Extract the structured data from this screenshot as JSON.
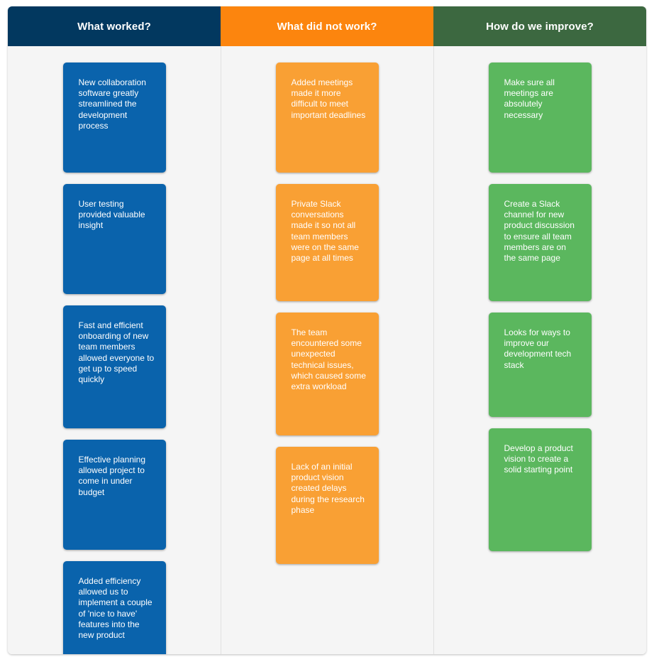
{
  "board": {
    "background_color": "#f5f5f5",
    "columns": [
      {
        "id": "what-worked",
        "title": "What worked?",
        "header_color": "#02385f",
        "card_color": "#0a63ac",
        "cards": [
          {
            "text": "New collaboration software greatly streamlined the development process"
          },
          {
            "text": "User testing provided valuable insight"
          },
          {
            "text": "Fast and efficient onboarding of new team members allowed everyone to get up to speed quickly"
          },
          {
            "text": "Effective planning allowed project to come in under budget"
          },
          {
            "text": "Added efficiency allowed us to implement a couple of 'nice to have' features into the new product"
          }
        ]
      },
      {
        "id": "what-did-not-work",
        "title": "What did not work?",
        "header_color": "#fc850e",
        "card_color": "#f9a034",
        "cards": [
          {
            "text": "Added meetings made it more difficult to meet important deadlines"
          },
          {
            "text": "Private Slack conversations made it so not all team members were on the same page at all times"
          },
          {
            "text": "The team encountered some unexpected technical issues, which caused some extra workload"
          },
          {
            "text": "Lack of an initial product vision created delays during the research phase"
          }
        ]
      },
      {
        "id": "how-do-we-improve",
        "title": "How do we improve?",
        "header_color": "#3c6840",
        "card_color": "#5bb75e",
        "cards": [
          {
            "text": "Make sure all meetings are absolutely necessary"
          },
          {
            "text": "Create a Slack channel for new product discussion to ensure all team members are on the same page"
          },
          {
            "text": "Looks for ways to improve our development tech stack"
          },
          {
            "text": "Develop a product vision to create a solid starting point"
          }
        ]
      }
    ]
  }
}
